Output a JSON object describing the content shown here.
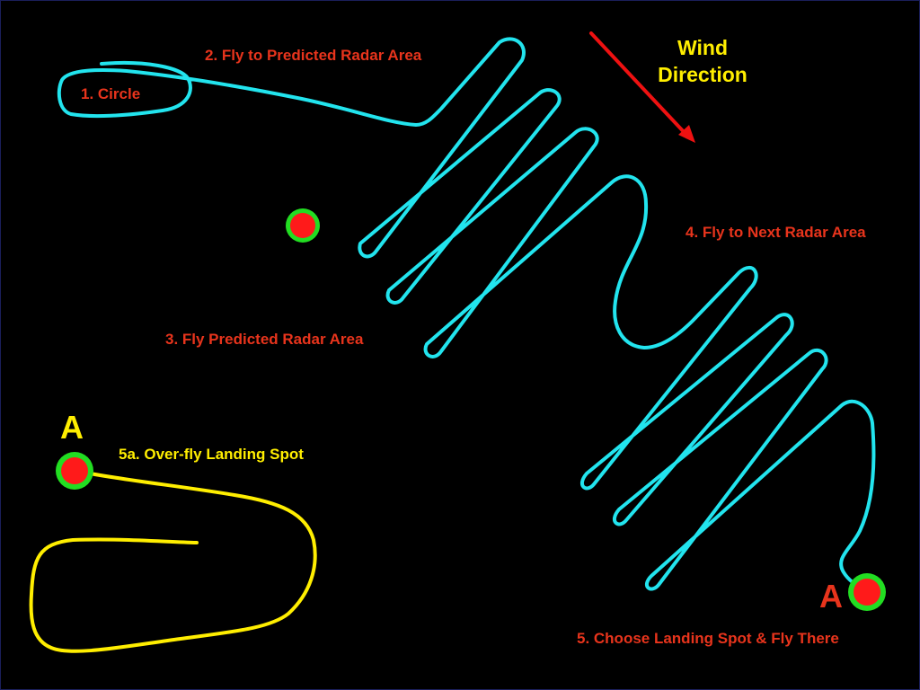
{
  "labels": {
    "circle": "1. Circle",
    "fly_to_predicted": "2. Fly to Predicted Radar Area",
    "fly_predicted": "3. Fly Predicted Radar Area",
    "fly_next": "4. Fly to Next Radar Area",
    "choose_landing": "5. Choose Landing Spot & Fly There",
    "overfly_landing": "5a. Over-fly Landing Spot",
    "wind_line1": "Wind",
    "wind_line2": "Direction",
    "marker_a_left": "A",
    "marker_a_right": "A"
  },
  "colors": {
    "background": "#000000",
    "flight_path": "#22e4ee",
    "landing_path": "#ffee00",
    "step_label": "#e8341c",
    "highlight_label": "#ffee00",
    "wind_arrow": "#ee1111",
    "target_fill": "#ff1a1a",
    "target_ring": "#22dd22"
  },
  "icons": {
    "wind_arrow": "arrow-down-right-icon",
    "target": "landing-target-icon"
  }
}
